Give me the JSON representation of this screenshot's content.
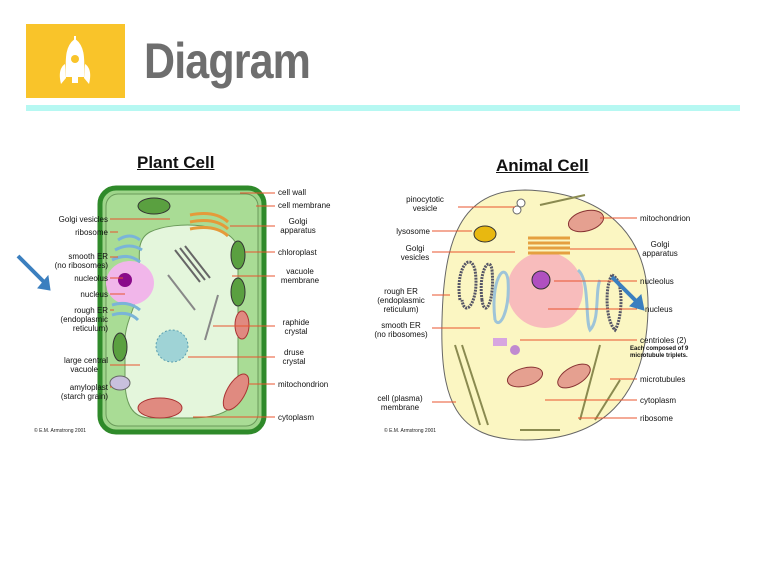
{
  "header": {
    "title": "Diagram",
    "icon": "rocket-icon"
  },
  "colors": {
    "accent": "#f9c42a",
    "rule": "#b6f8f2",
    "arrow": "#e8542f",
    "pointer": "#3b7fbf"
  },
  "plant": {
    "title": "Plant Cell",
    "copyright": "© E.M. Armstrong 2001",
    "left": [
      "Golgi vesicles",
      "ribosome",
      "smooth ER",
      "(no ribosomes)",
      "nucleolus",
      "nucleus",
      "rough ER",
      "(endoplasmic",
      "reticulum)",
      "large central",
      "vacuole",
      "amyloplast",
      "(starch grain)"
    ],
    "right": [
      "cell wall",
      "cell membrane",
      "Golgi",
      "apparatus",
      "chloroplast",
      "vacuole",
      "membrane",
      "raphide",
      "crystal",
      "druse",
      "crystal",
      "mitochondrion",
      "cytoplasm"
    ]
  },
  "animal": {
    "title": "Animal Cell",
    "copyright": "© E.M. Armstrong 2001",
    "left": [
      "pinocytotic",
      "vesicle",
      "lysosome",
      "Golgi",
      "vesicles",
      "rough ER",
      "(endoplasmic",
      "reticulum)",
      "smooth ER",
      "(no ribosomes)",
      "cell (plasma)",
      "membrane"
    ],
    "right": [
      "mitochondrion",
      "Golgi",
      "apparatus",
      "nucleolus",
      "nucleus",
      "centrioles (2)",
      "Each composed of 9",
      "microtubule triplets.",
      "microtubules",
      "cytoplasm",
      "ribosome"
    ]
  }
}
